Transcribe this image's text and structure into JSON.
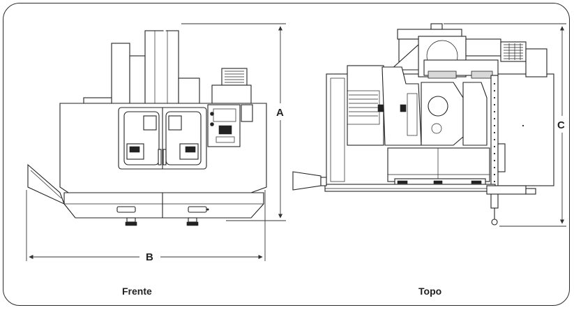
{
  "dimensions": {
    "a": "A",
    "b": "B",
    "c": "C"
  },
  "views": {
    "front": "Frente",
    "top": "Topo"
  },
  "colors": {
    "line": "#222222",
    "background": "#ffffff"
  }
}
